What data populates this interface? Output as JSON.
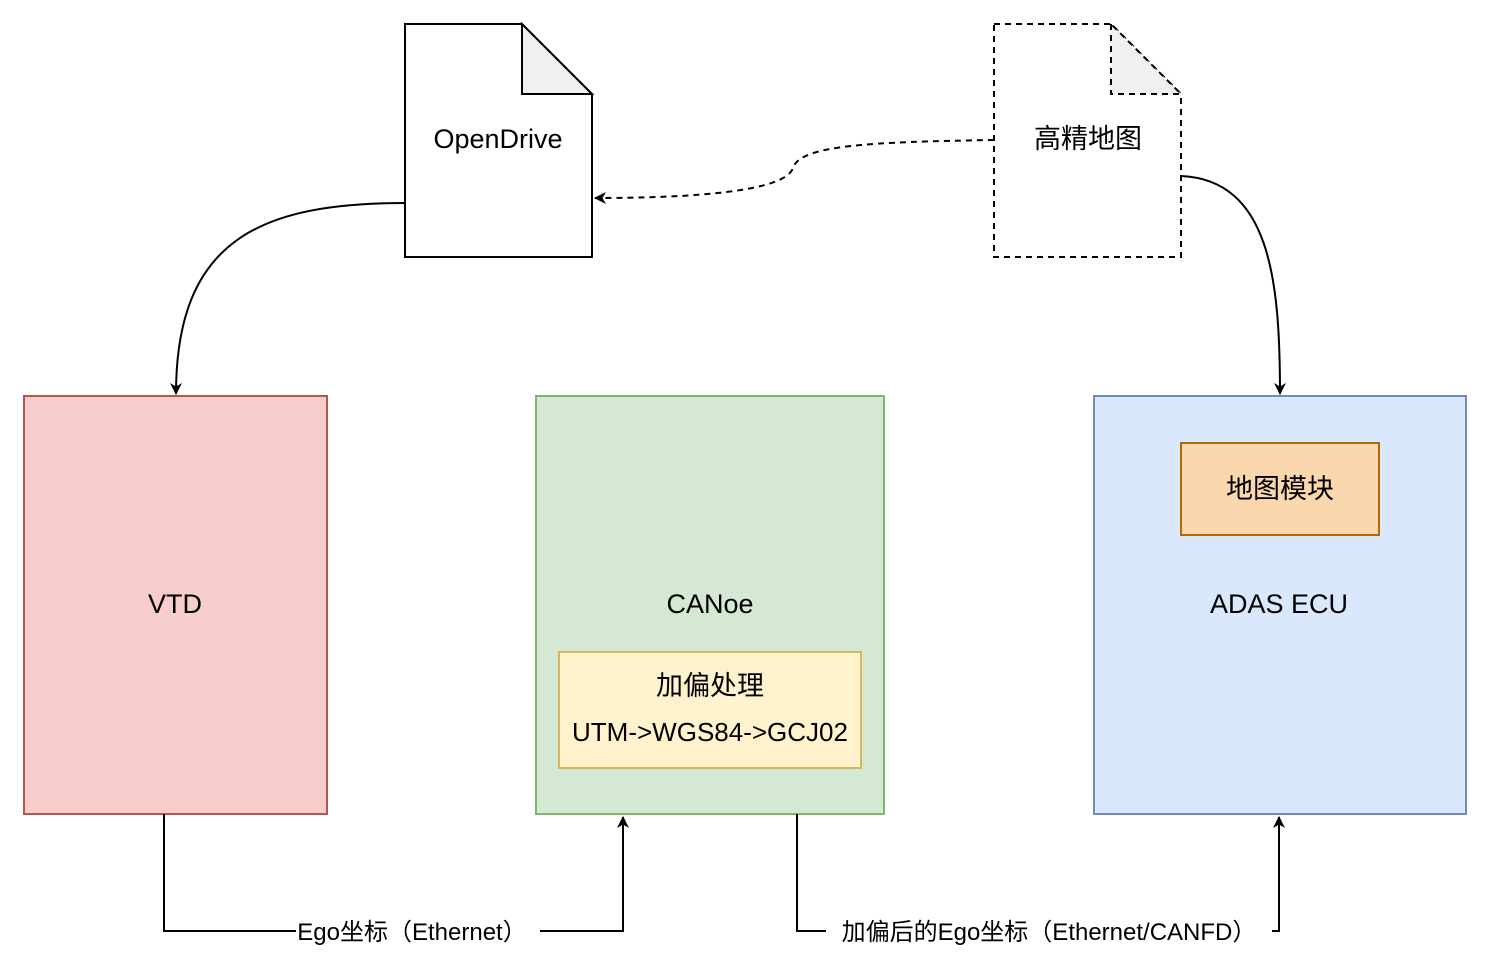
{
  "nodes": {
    "opendrive": {
      "label": "OpenDrive"
    },
    "hd_map": {
      "label": "高精地图"
    },
    "vtd": {
      "label": "VTD",
      "fill": "#f8cecc",
      "stroke": "#b85450"
    },
    "canoe": {
      "label": "CANoe",
      "fill": "#d5e8d4",
      "stroke": "#82b366"
    },
    "adas_ecu": {
      "label": "ADAS ECU",
      "fill": "#dae8fc",
      "stroke": "#6c8ebf"
    },
    "offset_processing": {
      "title": "加偏处理",
      "subtitle": "UTM->WGS84->GCJ02",
      "fill": "#fff2cc",
      "stroke": "#d6b656"
    },
    "map_module": {
      "label": "地图模块",
      "fill": "#fad7ac",
      "stroke": "#b46504"
    }
  },
  "edges": {
    "vtd_to_canoe": {
      "label": "Ego坐标（Ethernet）"
    },
    "canoe_to_adas": {
      "label": "加偏后的Ego坐标（Ethernet/CANFD）"
    }
  }
}
